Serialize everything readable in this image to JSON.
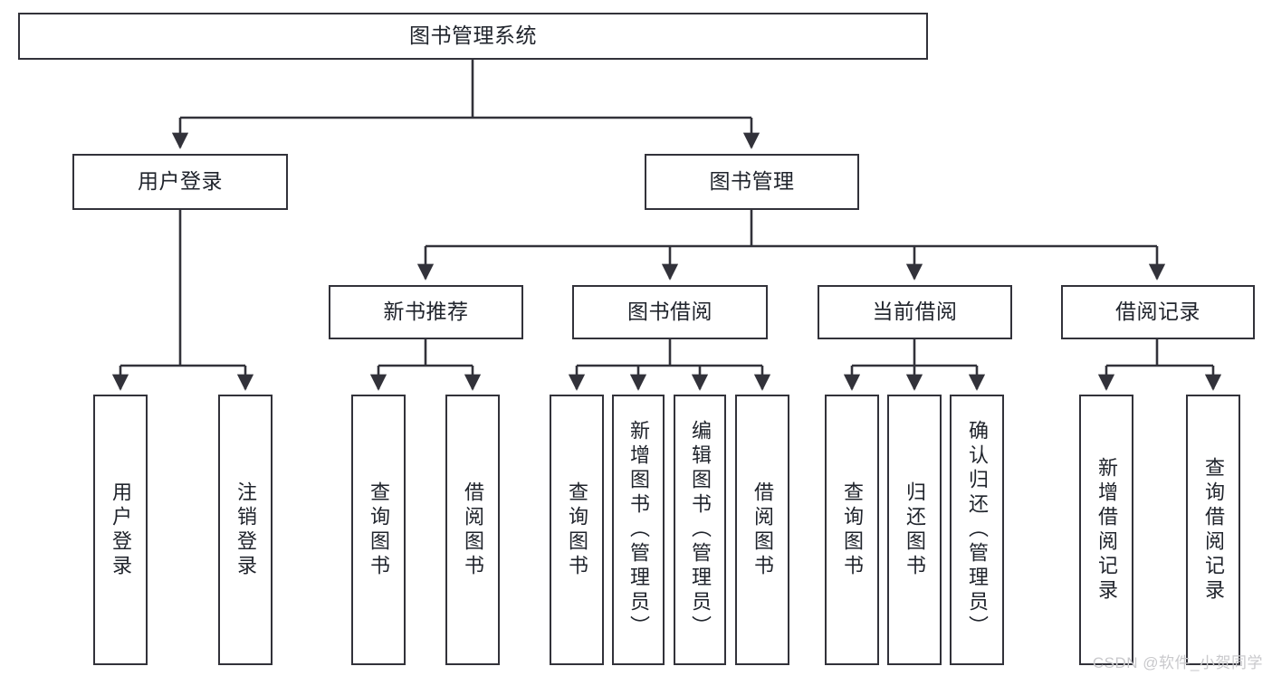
{
  "diagram": {
    "type": "tree",
    "title": "图书管理系统",
    "root": {
      "label": "图书管理系统"
    },
    "level2": [
      {
        "label": "用户登录"
      },
      {
        "label": "图书管理"
      }
    ],
    "level3": [
      {
        "label": "新书推荐"
      },
      {
        "label": "图书借阅"
      },
      {
        "label": "当前借阅"
      },
      {
        "label": "借阅记录"
      }
    ],
    "leaves": {
      "user_login": [
        {
          "label": "用户登录"
        },
        {
          "label": "注销登录"
        }
      ],
      "new_book_recommend": [
        {
          "label": "查询图书"
        },
        {
          "label": "借阅图书"
        }
      ],
      "book_borrow": [
        {
          "label": "查询图书"
        },
        {
          "label": "新增图书（管理员）"
        },
        {
          "label": "编辑图书（管理员）"
        },
        {
          "label": "借阅图书"
        }
      ],
      "current_borrow": [
        {
          "label": "查询图书"
        },
        {
          "label": "归还图书"
        },
        {
          "label": "确认归还（管理员）"
        }
      ],
      "borrow_record": [
        {
          "label": "新增借阅记录"
        },
        {
          "label": "查询借阅记录"
        }
      ]
    }
  },
  "watermark": {
    "text": "CSDN @软件_小贺同学"
  },
  "colors": {
    "stroke": "#32323a",
    "text": "#20242c",
    "background": "#ffffff",
    "watermark": "#c9c9cc"
  }
}
